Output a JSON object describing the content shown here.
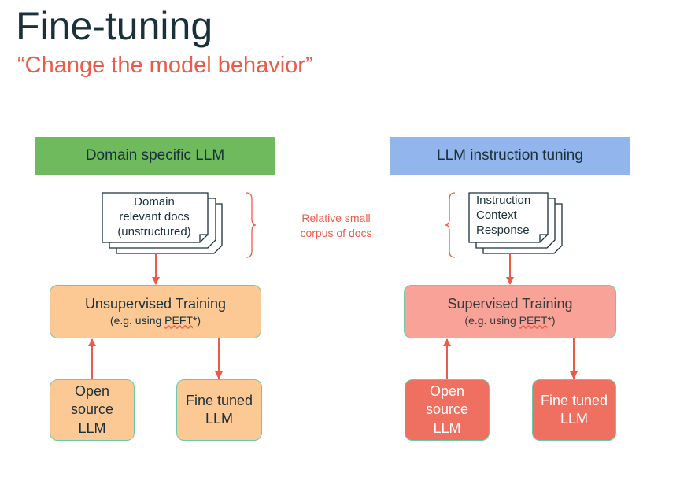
{
  "title": "Fine-tuning",
  "subtitle": "“Change the model behavior”",
  "left": {
    "header": "Domain specific LLM",
    "docs": [
      "Domain",
      "relevant docs",
      "(unstructured)"
    ],
    "training": {
      "title": "Unsupervised Training",
      "note_prefix": "(e.g. using ",
      "note_link": "PEFT",
      "note_suffix": "*)"
    },
    "input_model": [
      "Open",
      "source",
      "LLM"
    ],
    "output_model": [
      "Fine tuned",
      "LLM"
    ]
  },
  "middle": {
    "corpus_note": [
      "Relative small",
      "corpus of docs"
    ]
  },
  "right": {
    "header": "LLM instruction tuning",
    "docs": [
      "Instruction",
      "Context",
      "Response"
    ],
    "training": {
      "title": "Supervised Training",
      "note_prefix": "(e.g. using ",
      "note_link": "PEFT",
      "note_suffix": "*)"
    },
    "input_model": [
      "Open",
      "source",
      "LLM"
    ],
    "output_model": [
      "Fine tuned",
      "LLM"
    ]
  },
  "colors": {
    "title": "#1b3139",
    "accent": "#eb5c48",
    "left_header_bg": "#6fba5c",
    "right_header_bg": "#91b5ec",
    "left_box_bg": "#fcc893",
    "right_training_bg": "#f9a297",
    "right_model_bg": "#ef6f60",
    "box_border": "#6fc9a9",
    "arrow": "#eb5c48"
  }
}
